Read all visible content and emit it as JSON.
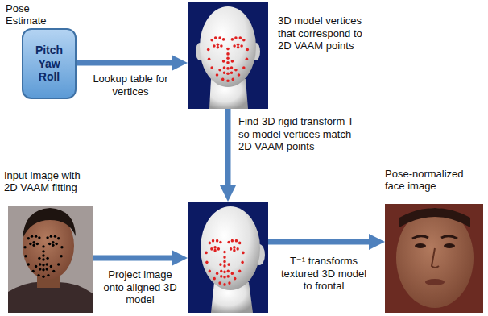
{
  "diagram": {
    "nodes": [
      {
        "text": [
          "Pose Estimate",
          "Pitch Yaw Roll"
        ]
      },
      {
        "text": [
          "3D model vertices that correspond to 2D VAAM points"
        ]
      },
      {
        "text": [
          "Input image with 2D VAAM fitting"
        ]
      },
      {
        "text": []
      },
      {
        "text": [
          "Pose-normalized face image"
        ]
      }
    ],
    "edges": [
      {
        "from": 0,
        "to": 1,
        "arrow": "to",
        "label": "Lookup table for vertices"
      },
      {
        "from": 1,
        "to": 3,
        "arrow": "to",
        "label": "Find 3D rigid transform T so model vertices match 2D VAAM points"
      },
      {
        "from": 2,
        "to": 3,
        "arrow": "to",
        "label": "Project image onto aligned 3D model"
      },
      {
        "from": 3,
        "to": 4,
        "arrow": "to",
        "label": "T⁻¹ transforms textured 3D model to frontal"
      }
    ]
  }
}
